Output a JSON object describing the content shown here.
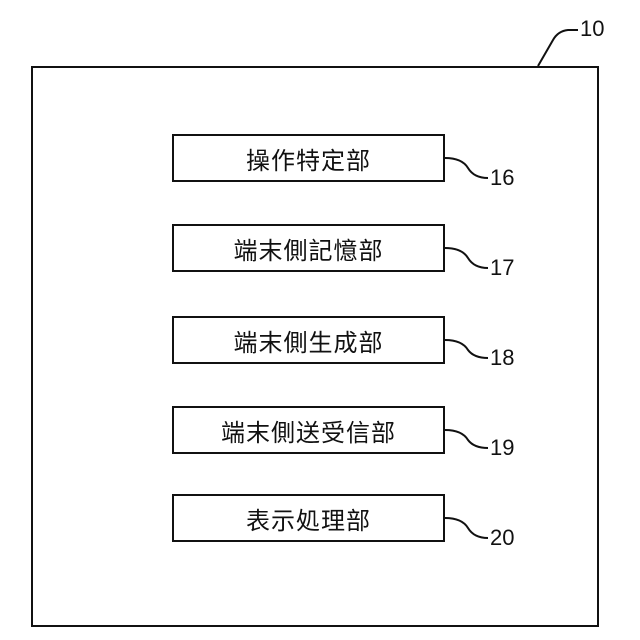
{
  "container": {
    "ref": "10"
  },
  "blocks": [
    {
      "label": "操作特定部",
      "ref": "16"
    },
    {
      "label": "端末側記憶部",
      "ref": "17"
    },
    {
      "label": "端末側生成部",
      "ref": "18"
    },
    {
      "label": "端末側送受信部",
      "ref": "19"
    },
    {
      "label": "表示処理部",
      "ref": "20"
    }
  ]
}
